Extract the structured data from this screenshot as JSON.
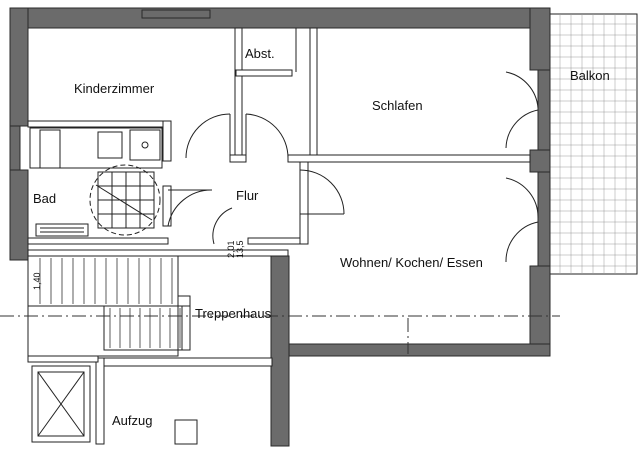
{
  "rooms": {
    "kinderzimmer": "Kinderzimmer",
    "abst": "Abst.",
    "schlafen": "Schlafen",
    "balkon": "Balkon",
    "bad": "Bad",
    "flur": "Flur",
    "wohnen": "Wohnen/ Kochen/ Essen",
    "treppenhaus": "Treppenhaus",
    "aufzug": "Aufzug"
  },
  "dimensions": {
    "d1": "1,40",
    "d2": "2,01",
    "d3": "13,5"
  }
}
